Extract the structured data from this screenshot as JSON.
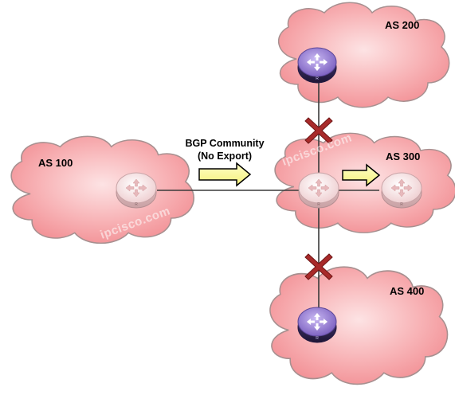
{
  "autonomous_systems": {
    "as100": "AS 100",
    "as200": "AS 200",
    "as300": "AS 300",
    "as400": "AS 400"
  },
  "annotation": {
    "line1": "BGP Community",
    "line2": "(No Export)"
  },
  "watermark": "ipcisco.com",
  "router_badge": "R",
  "colors": {
    "cloud_fill": "#f7a0a4",
    "cloud_stroke": "#9a8a8a",
    "arrow_fill": "#ffff9e",
    "block_mark": "#a52a2a",
    "router_edge": "#7a5fb8",
    "router_plain": "#f2d4d6"
  }
}
